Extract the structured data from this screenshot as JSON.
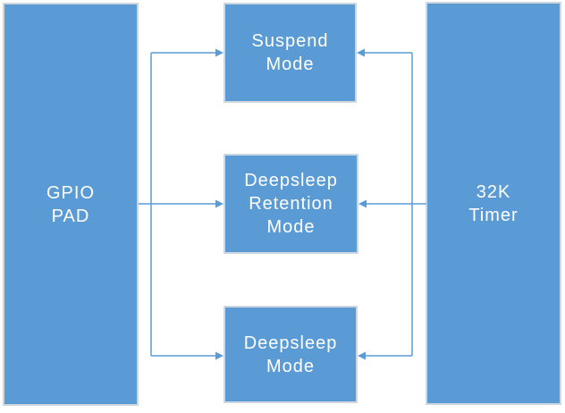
{
  "diagram": {
    "type": "block-diagram",
    "nodes": [
      {
        "id": "gpio-pad",
        "label": "GPIO\nPAD"
      },
      {
        "id": "suspend-mode",
        "label": "Suspend\nMode"
      },
      {
        "id": "deepsleep-retention-mode",
        "label": "Deepsleep\nRetention\nMode"
      },
      {
        "id": "deepsleep-mode",
        "label": "Deepsleep\nMode"
      },
      {
        "id": "timer-32k",
        "label": "32K\nTimer"
      }
    ],
    "edges": [
      {
        "from": "gpio-pad",
        "to": "suspend-mode",
        "arrow": "right"
      },
      {
        "from": "gpio-pad",
        "to": "deepsleep-retention-mode",
        "arrow": "right"
      },
      {
        "from": "gpio-pad",
        "to": "deepsleep-mode",
        "arrow": "right"
      },
      {
        "from": "timer-32k",
        "to": "suspend-mode",
        "arrow": "left"
      },
      {
        "from": "timer-32k",
        "to": "deepsleep-retention-mode",
        "arrow": "left"
      },
      {
        "from": "timer-32k",
        "to": "deepsleep-mode",
        "arrow": "left"
      }
    ],
    "colors": {
      "node_fill": "#5b9bd5",
      "node_border": "#cfd6dd",
      "connector": "#5b9bd5",
      "text": "#ffffff",
      "background": "#ffffff"
    }
  }
}
